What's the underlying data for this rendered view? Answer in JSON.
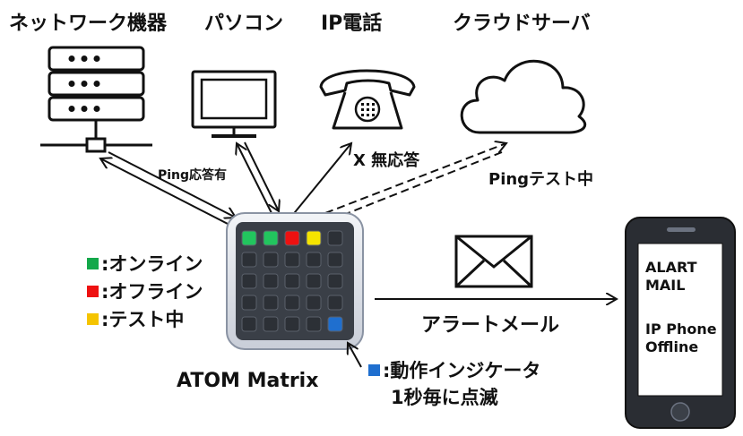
{
  "devices": {
    "network": {
      "label": "ネットワーク機器",
      "icon": "server-rack-icon"
    },
    "pc": {
      "label": "パソコン",
      "icon": "monitor-icon"
    },
    "phone": {
      "label": "IP電話",
      "icon": "telephone-icon"
    },
    "cloud": {
      "label": "クラウドサーバ",
      "icon": "cloud-icon"
    }
  },
  "arrows": {
    "ping_reply": "Ping応答有",
    "no_reply": "X 無応答",
    "ping_testing": "Pingテスト中",
    "alert_mail": "アラートメール"
  },
  "legend": [
    {
      "color": "#13a84a",
      "label": ":オンライン"
    },
    {
      "color": "#ee1111",
      "label": ":オフライン"
    },
    {
      "color": "#f5c400",
      "label": ":テスト中"
    }
  ],
  "indicator": {
    "color": "#1f6fcf",
    "line1": ":動作インジケータ",
    "line2": "1秒毎に点滅"
  },
  "matrix": {
    "name": "ATOM Matrix",
    "led_top_row": [
      "#22c55e",
      "#22c55e",
      "#ee1111",
      "#f5e400",
      "none"
    ],
    "indicator_led": "#1f6fcf"
  },
  "phone_screen": [
    "ALART",
    "MAIL",
    "",
    "IP Phone",
    "Offline"
  ],
  "mail_icon": "envelope-icon",
  "smartphone_icon": "smartphone-icon"
}
